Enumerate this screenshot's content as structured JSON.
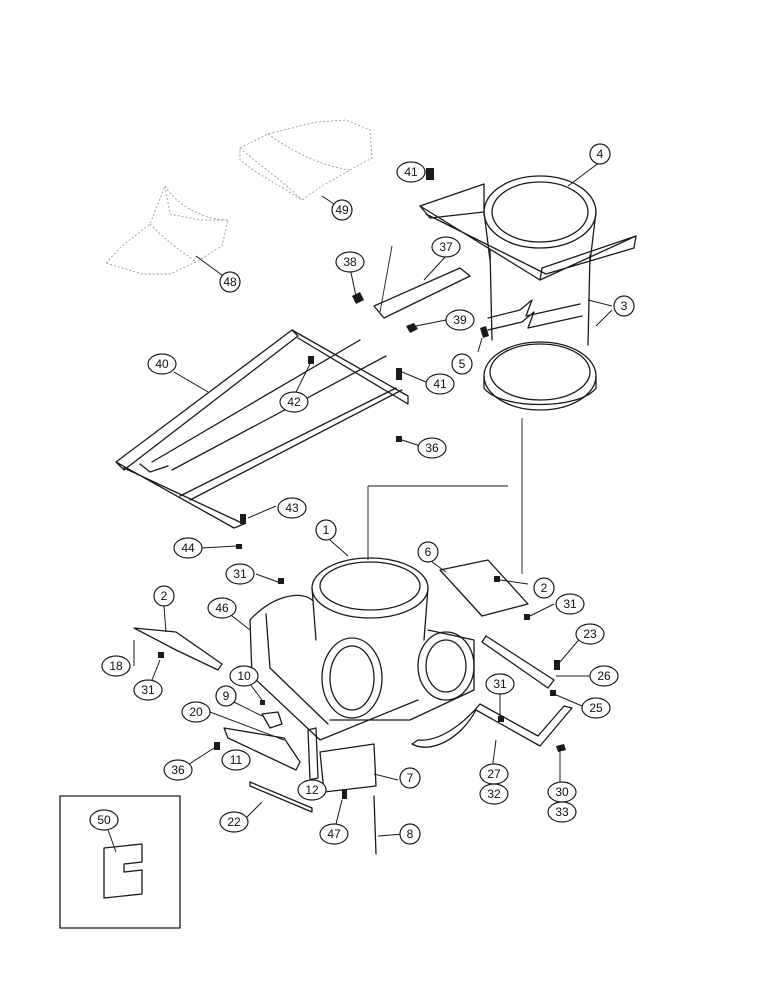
{
  "callouts": [
    {
      "id": "c1",
      "label": "1"
    },
    {
      "id": "c2a",
      "label": "2"
    },
    {
      "id": "c2b",
      "label": "2"
    },
    {
      "id": "c3",
      "label": "3"
    },
    {
      "id": "c4",
      "label": "4"
    },
    {
      "id": "c5",
      "label": "5"
    },
    {
      "id": "c6",
      "label": "6"
    },
    {
      "id": "c7",
      "label": "7"
    },
    {
      "id": "c8",
      "label": "8"
    },
    {
      "id": "c9",
      "label": "9"
    },
    {
      "id": "c10",
      "label": "10"
    },
    {
      "id": "c11",
      "label": "11"
    },
    {
      "id": "c12",
      "label": "12"
    },
    {
      "id": "c18",
      "label": "18"
    },
    {
      "id": "c20",
      "label": "20"
    },
    {
      "id": "c22",
      "label": "22"
    },
    {
      "id": "c23",
      "label": "23"
    },
    {
      "id": "c25",
      "label": "25"
    },
    {
      "id": "c26",
      "label": "26"
    },
    {
      "id": "c27",
      "label": "27"
    },
    {
      "id": "c30",
      "label": "30"
    },
    {
      "id": "c31a",
      "label": "31"
    },
    {
      "id": "c31b",
      "label": "31"
    },
    {
      "id": "c31c",
      "label": "31"
    },
    {
      "id": "c31d",
      "label": "31"
    },
    {
      "id": "c32",
      "label": "32"
    },
    {
      "id": "c33",
      "label": "33"
    },
    {
      "id": "c36a",
      "label": "36"
    },
    {
      "id": "c36b",
      "label": "36"
    },
    {
      "id": "c37",
      "label": "37"
    },
    {
      "id": "c38",
      "label": "38"
    },
    {
      "id": "c39",
      "label": "39"
    },
    {
      "id": "c40",
      "label": "40"
    },
    {
      "id": "c41a",
      "label": "41"
    },
    {
      "id": "c41b",
      "label": "41"
    },
    {
      "id": "c42",
      "label": "42"
    },
    {
      "id": "c43",
      "label": "43"
    },
    {
      "id": "c44",
      "label": "44"
    },
    {
      "id": "c46",
      "label": "46"
    },
    {
      "id": "c47",
      "label": "47"
    },
    {
      "id": "c48",
      "label": "48"
    },
    {
      "id": "c49",
      "label": "49"
    },
    {
      "id": "c50",
      "label": "50"
    }
  ]
}
